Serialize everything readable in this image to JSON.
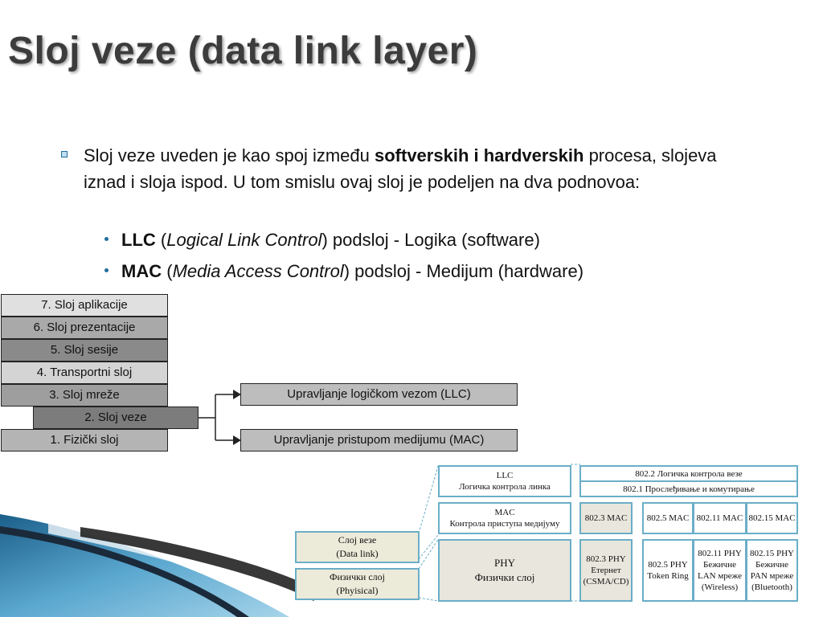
{
  "title": "Sloj veze (data link layer)",
  "intro": {
    "text_before": "Sloj veze uveden je kao spoj između ",
    "text_bold": "softverskih i hardverskih",
    "text_after": " procesa, slojeva iznad i sloja ispod. U tom smislu ovaj sloj je podeljen na dva podnovoa:"
  },
  "sublayers": [
    {
      "abbr": "LLC",
      "open": " (",
      "full": "Logical Link Control",
      "rest": ") podsloj - Logika (software)"
    },
    {
      "abbr": "MAC",
      "open": " (",
      "full": "Media Access Control",
      "rest": ") podsloj - Medijum (hardware)"
    }
  ],
  "osi": {
    "layers": [
      {
        "label": "7. Sloj aplikacije",
        "color": "#e0e0e0"
      },
      {
        "label": "6. Sloj prezentacije",
        "color": "#a9a9a9"
      },
      {
        "label": "5. Sloj sesije",
        "color": "#8a8a8a"
      },
      {
        "label": "4. Transportni sloj",
        "color": "#d4d4d4"
      },
      {
        "label": "3. Sloj mreže",
        "color": "#9e9e9e"
      },
      {
        "label": "2. Sloj veze",
        "color": "#7c7c7c"
      },
      {
        "label": "1. Fizički sloj",
        "color": "#b4b4b4"
      }
    ],
    "llc_box": "Upravljanje logičkom vezom (LLC)",
    "mac_box": "Upravljanje pristupom medijumu (MAC)"
  },
  "cyrillic": {
    "left_top": [
      "Слој везе",
      "(Data link)"
    ],
    "left_bottom": [
      "Физички слој",
      "(Phyisical)"
    ],
    "llc": [
      "LLC",
      "Логичка контрола линка"
    ],
    "mac": [
      "MAC",
      "Контрола приступа медијуму"
    ],
    "phy": [
      "PHY",
      "Физички слој"
    ],
    "std_8022": "802.2 Логичка контрола везе",
    "std_8021": "802.1 Прослеђивање и комутирање",
    "mac_cols": [
      "802.3 MAC",
      "802.5 MAC",
      "802.11 MAC",
      "802.15 MAC"
    ],
    "phy_cols": [
      [
        "802.3 PHY",
        "Етернет",
        "(CSMA/CD)"
      ],
      [
        "802.5 PHY",
        "Token Ring"
      ],
      [
        "802.11 PHY",
        "Бежичне",
        "LAN мреже",
        "(Wireless)"
      ],
      [
        "802.15 PHY",
        "Бежичне",
        "PAN мреже",
        "(Bluetooth)"
      ]
    ]
  }
}
